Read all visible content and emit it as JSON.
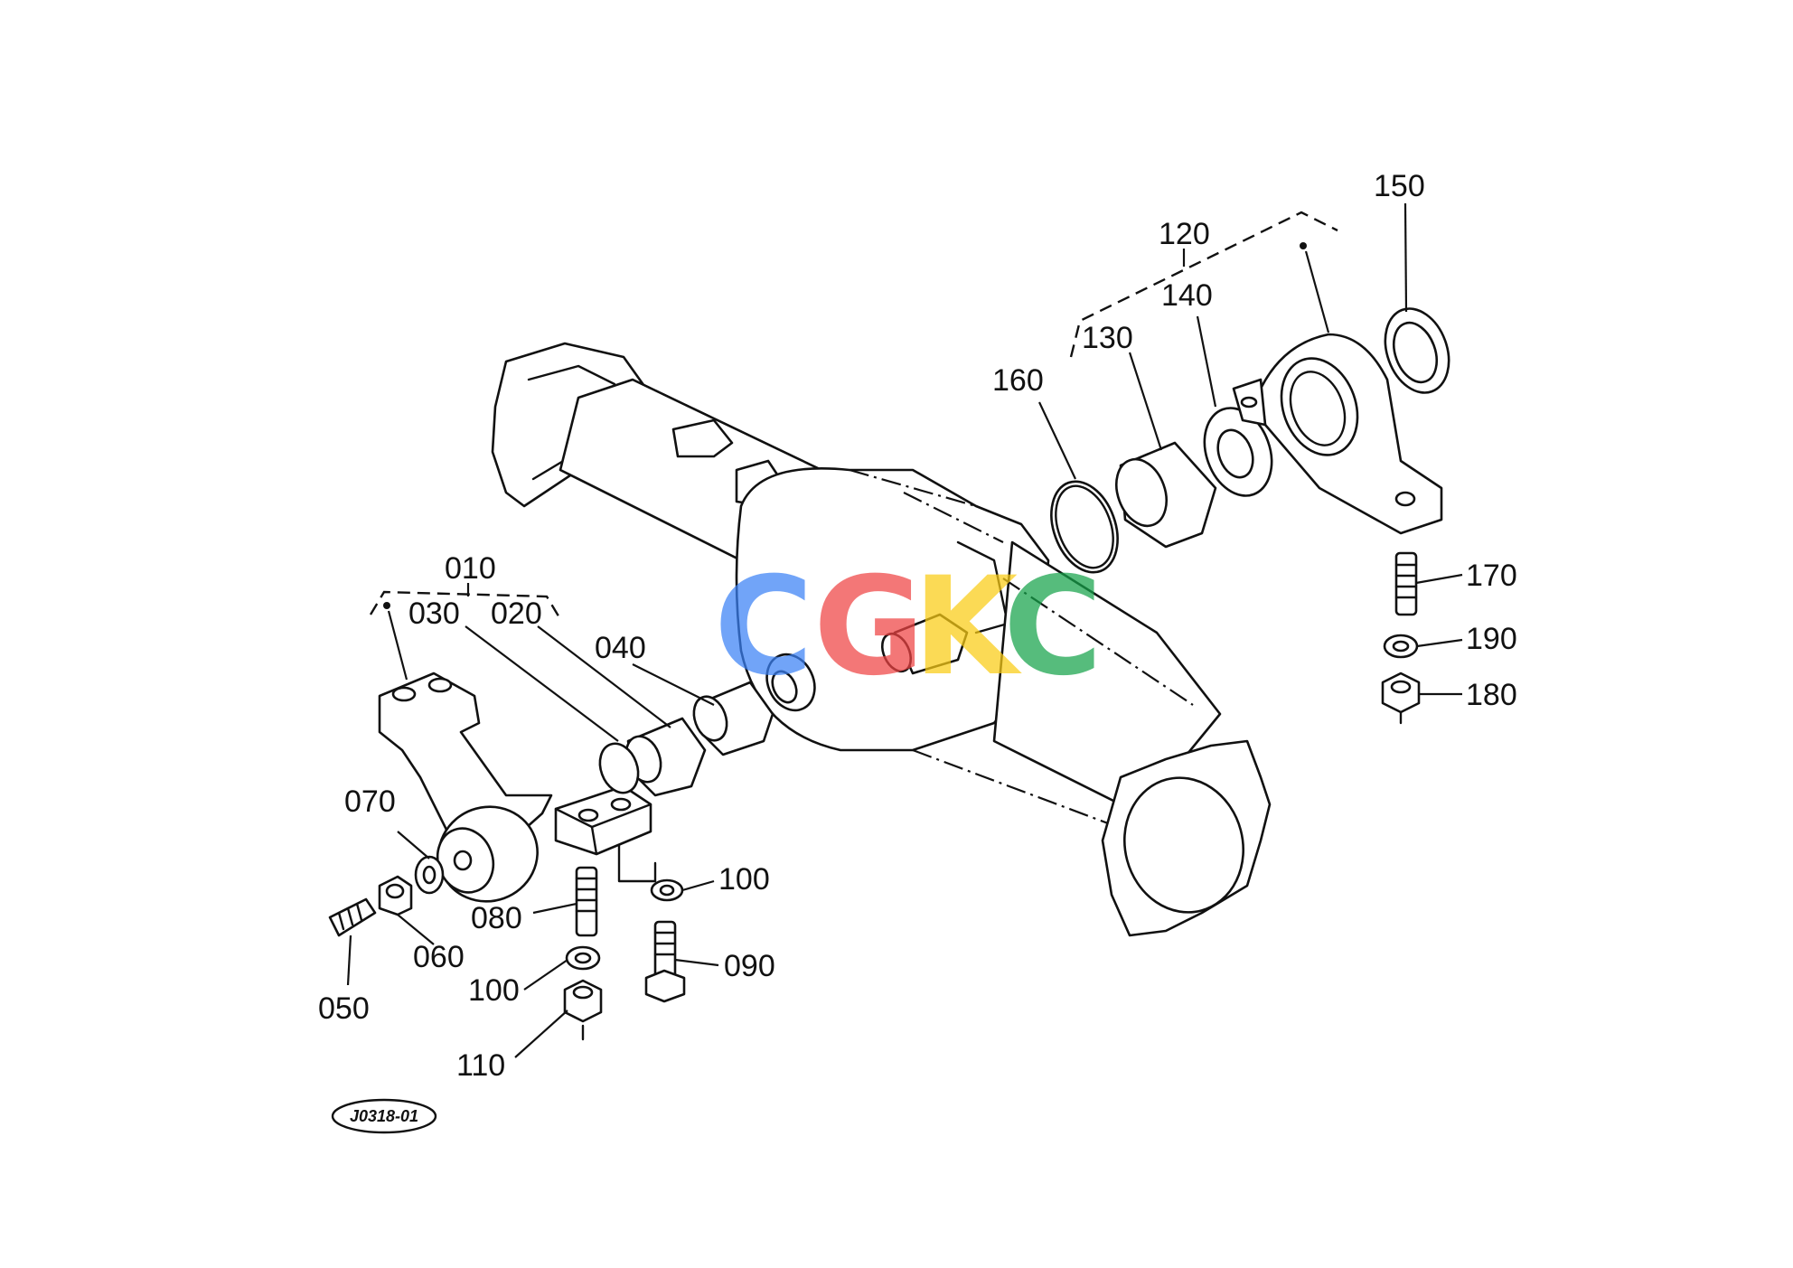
{
  "diagram": {
    "drawing_code": "J0318-01",
    "watermark": {
      "letters": [
        "C",
        "G",
        "K",
        "C"
      ],
      "colors": [
        "#3b82f6",
        "#ef4444",
        "#facc15",
        "#16a34a"
      ]
    },
    "labels": {
      "p010": "010",
      "p020": "020",
      "p030": "030",
      "p040": "040",
      "p050": "050",
      "p060": "060",
      "p070": "070",
      "p080": "080",
      "p090": "090",
      "p100a": "100",
      "p100b": "100",
      "p110": "110",
      "p120": "120",
      "p130": "130",
      "p140": "140",
      "p150": "150",
      "p160": "160",
      "p170": "170",
      "p180": "180",
      "p190": "190"
    }
  }
}
